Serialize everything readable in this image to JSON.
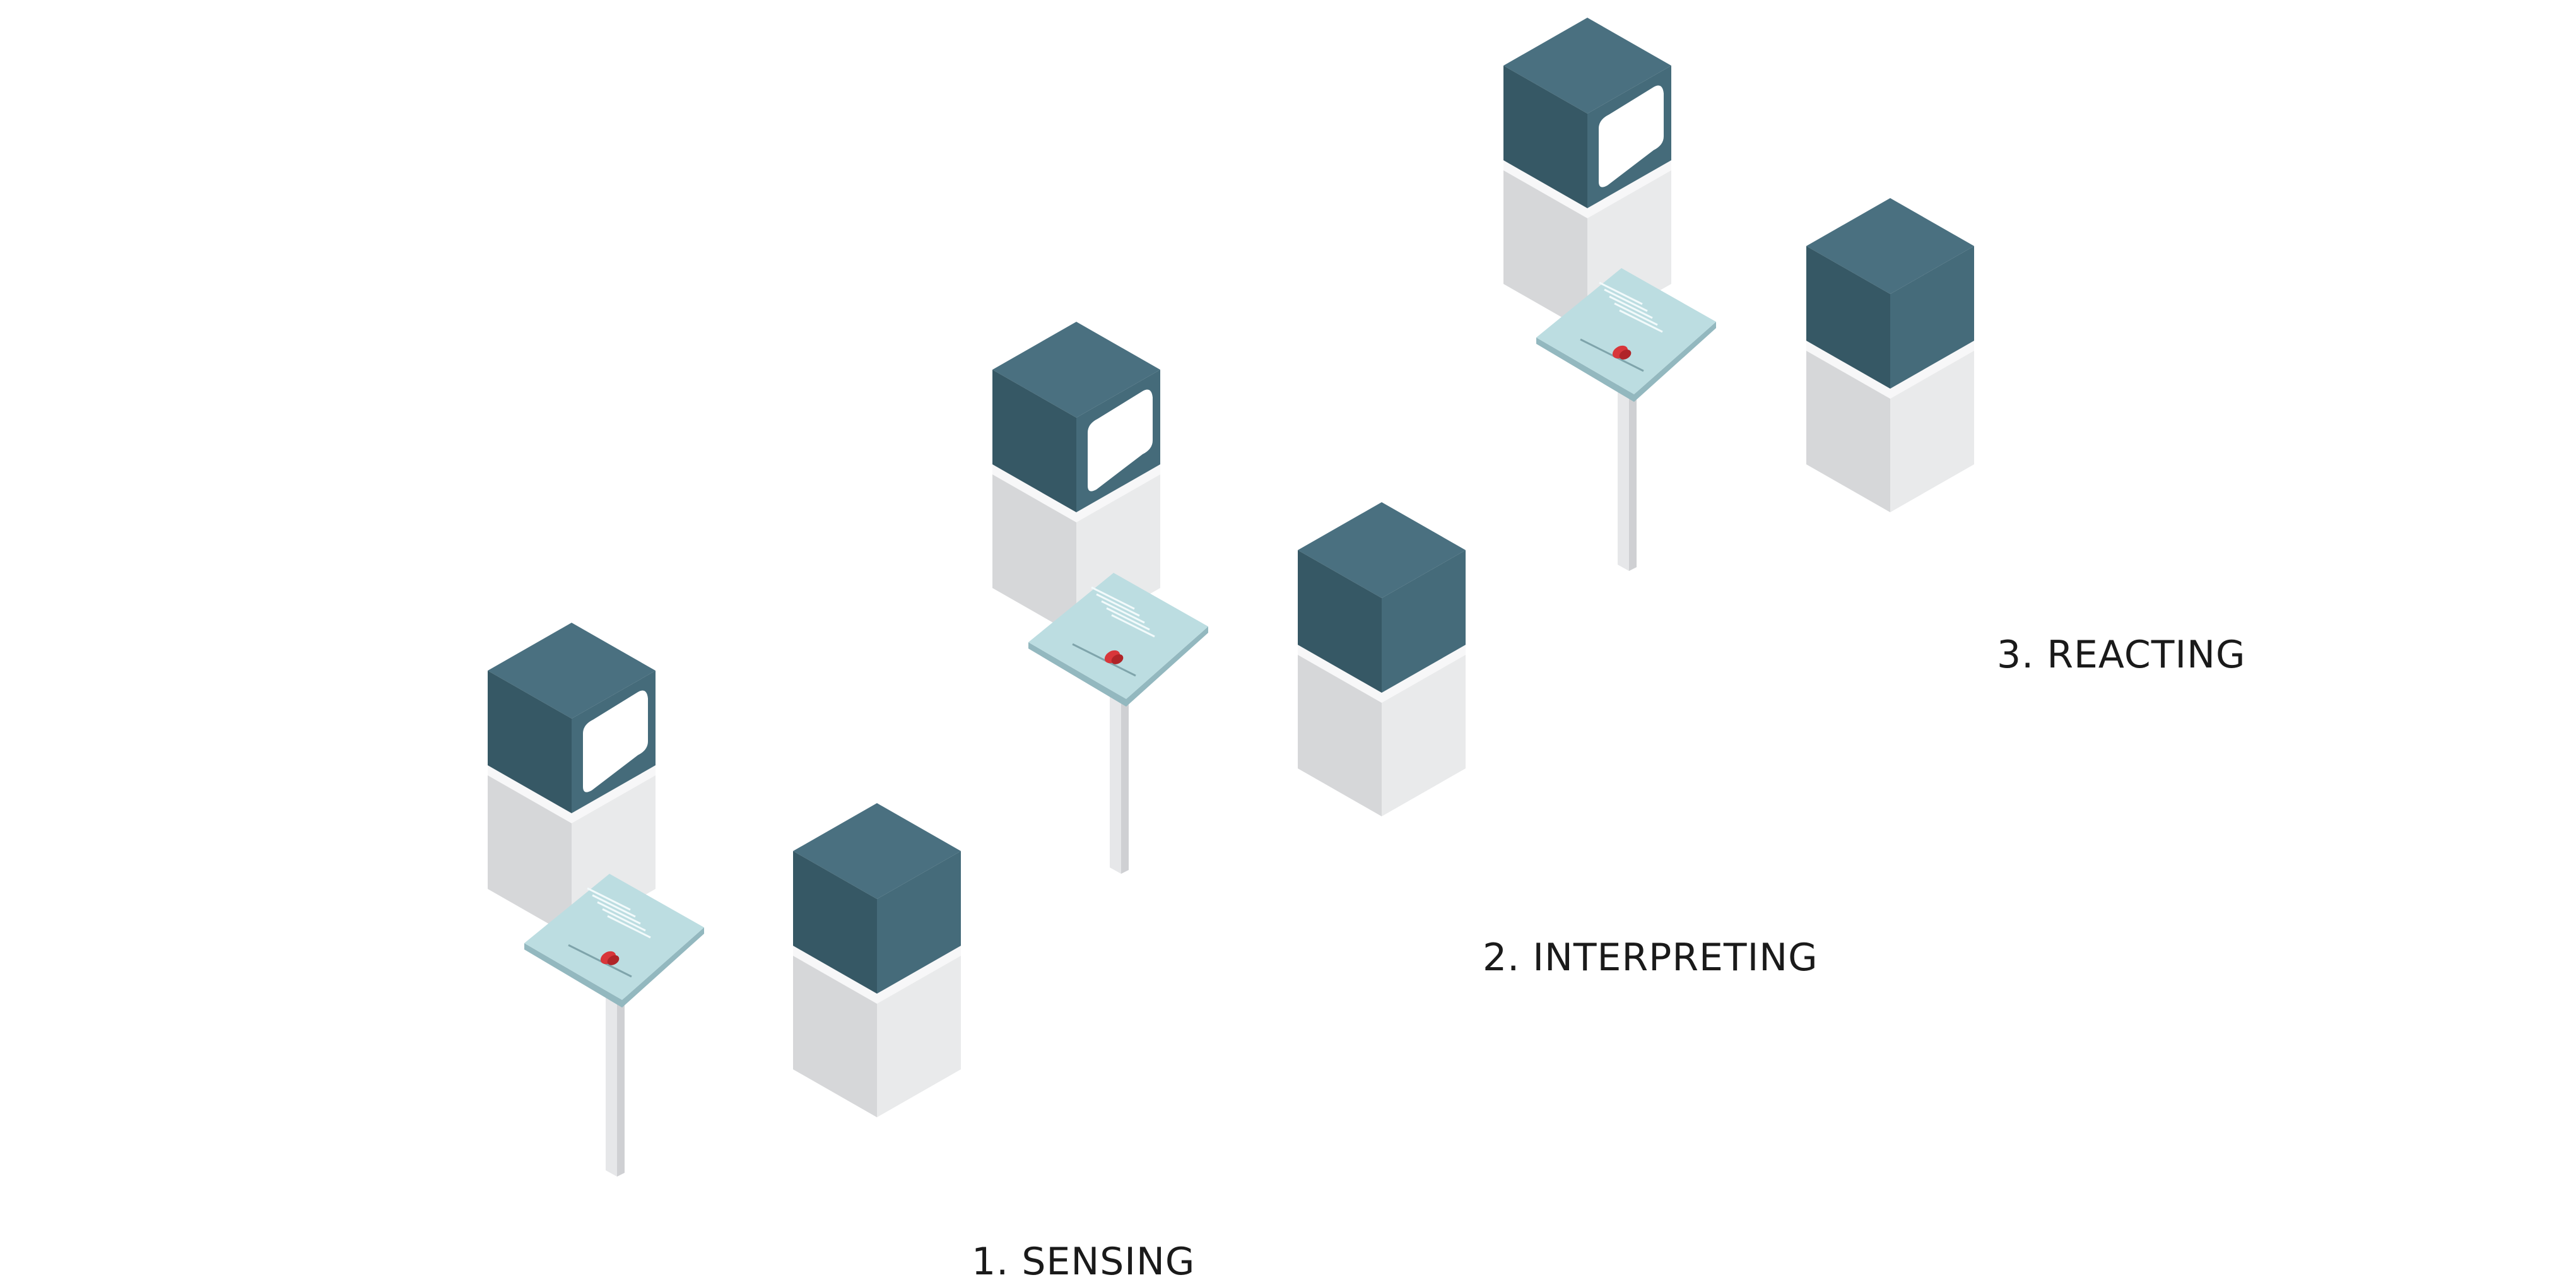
{
  "stages": [
    {
      "label": "1. SENSING"
    },
    {
      "label": "2. INTERPRETING"
    },
    {
      "label": "3. REACTING"
    }
  ],
  "colors": {
    "background": "#ffffff",
    "cube_top": "#4a7080",
    "cube_left": "#365865",
    "cube_right": "#456b7a",
    "pedestal_left": "#d6d7d9",
    "pedestal_right": "#e9eaeb",
    "pedestal_band": "#f7f7f8",
    "screen": "#ffffff",
    "lectern_top": "#bcdde1",
    "lectern_edge": "#93b8bf",
    "lectern_lines": "#f2fafb",
    "stand": "#e6e7e9",
    "stand_shadow": "#cfd0d3",
    "knob": "#d8363a"
  },
  "icons": [
    "monitor-cube-icon",
    "plain-cube-icon",
    "lectern-icon",
    "knob-icon"
  ]
}
